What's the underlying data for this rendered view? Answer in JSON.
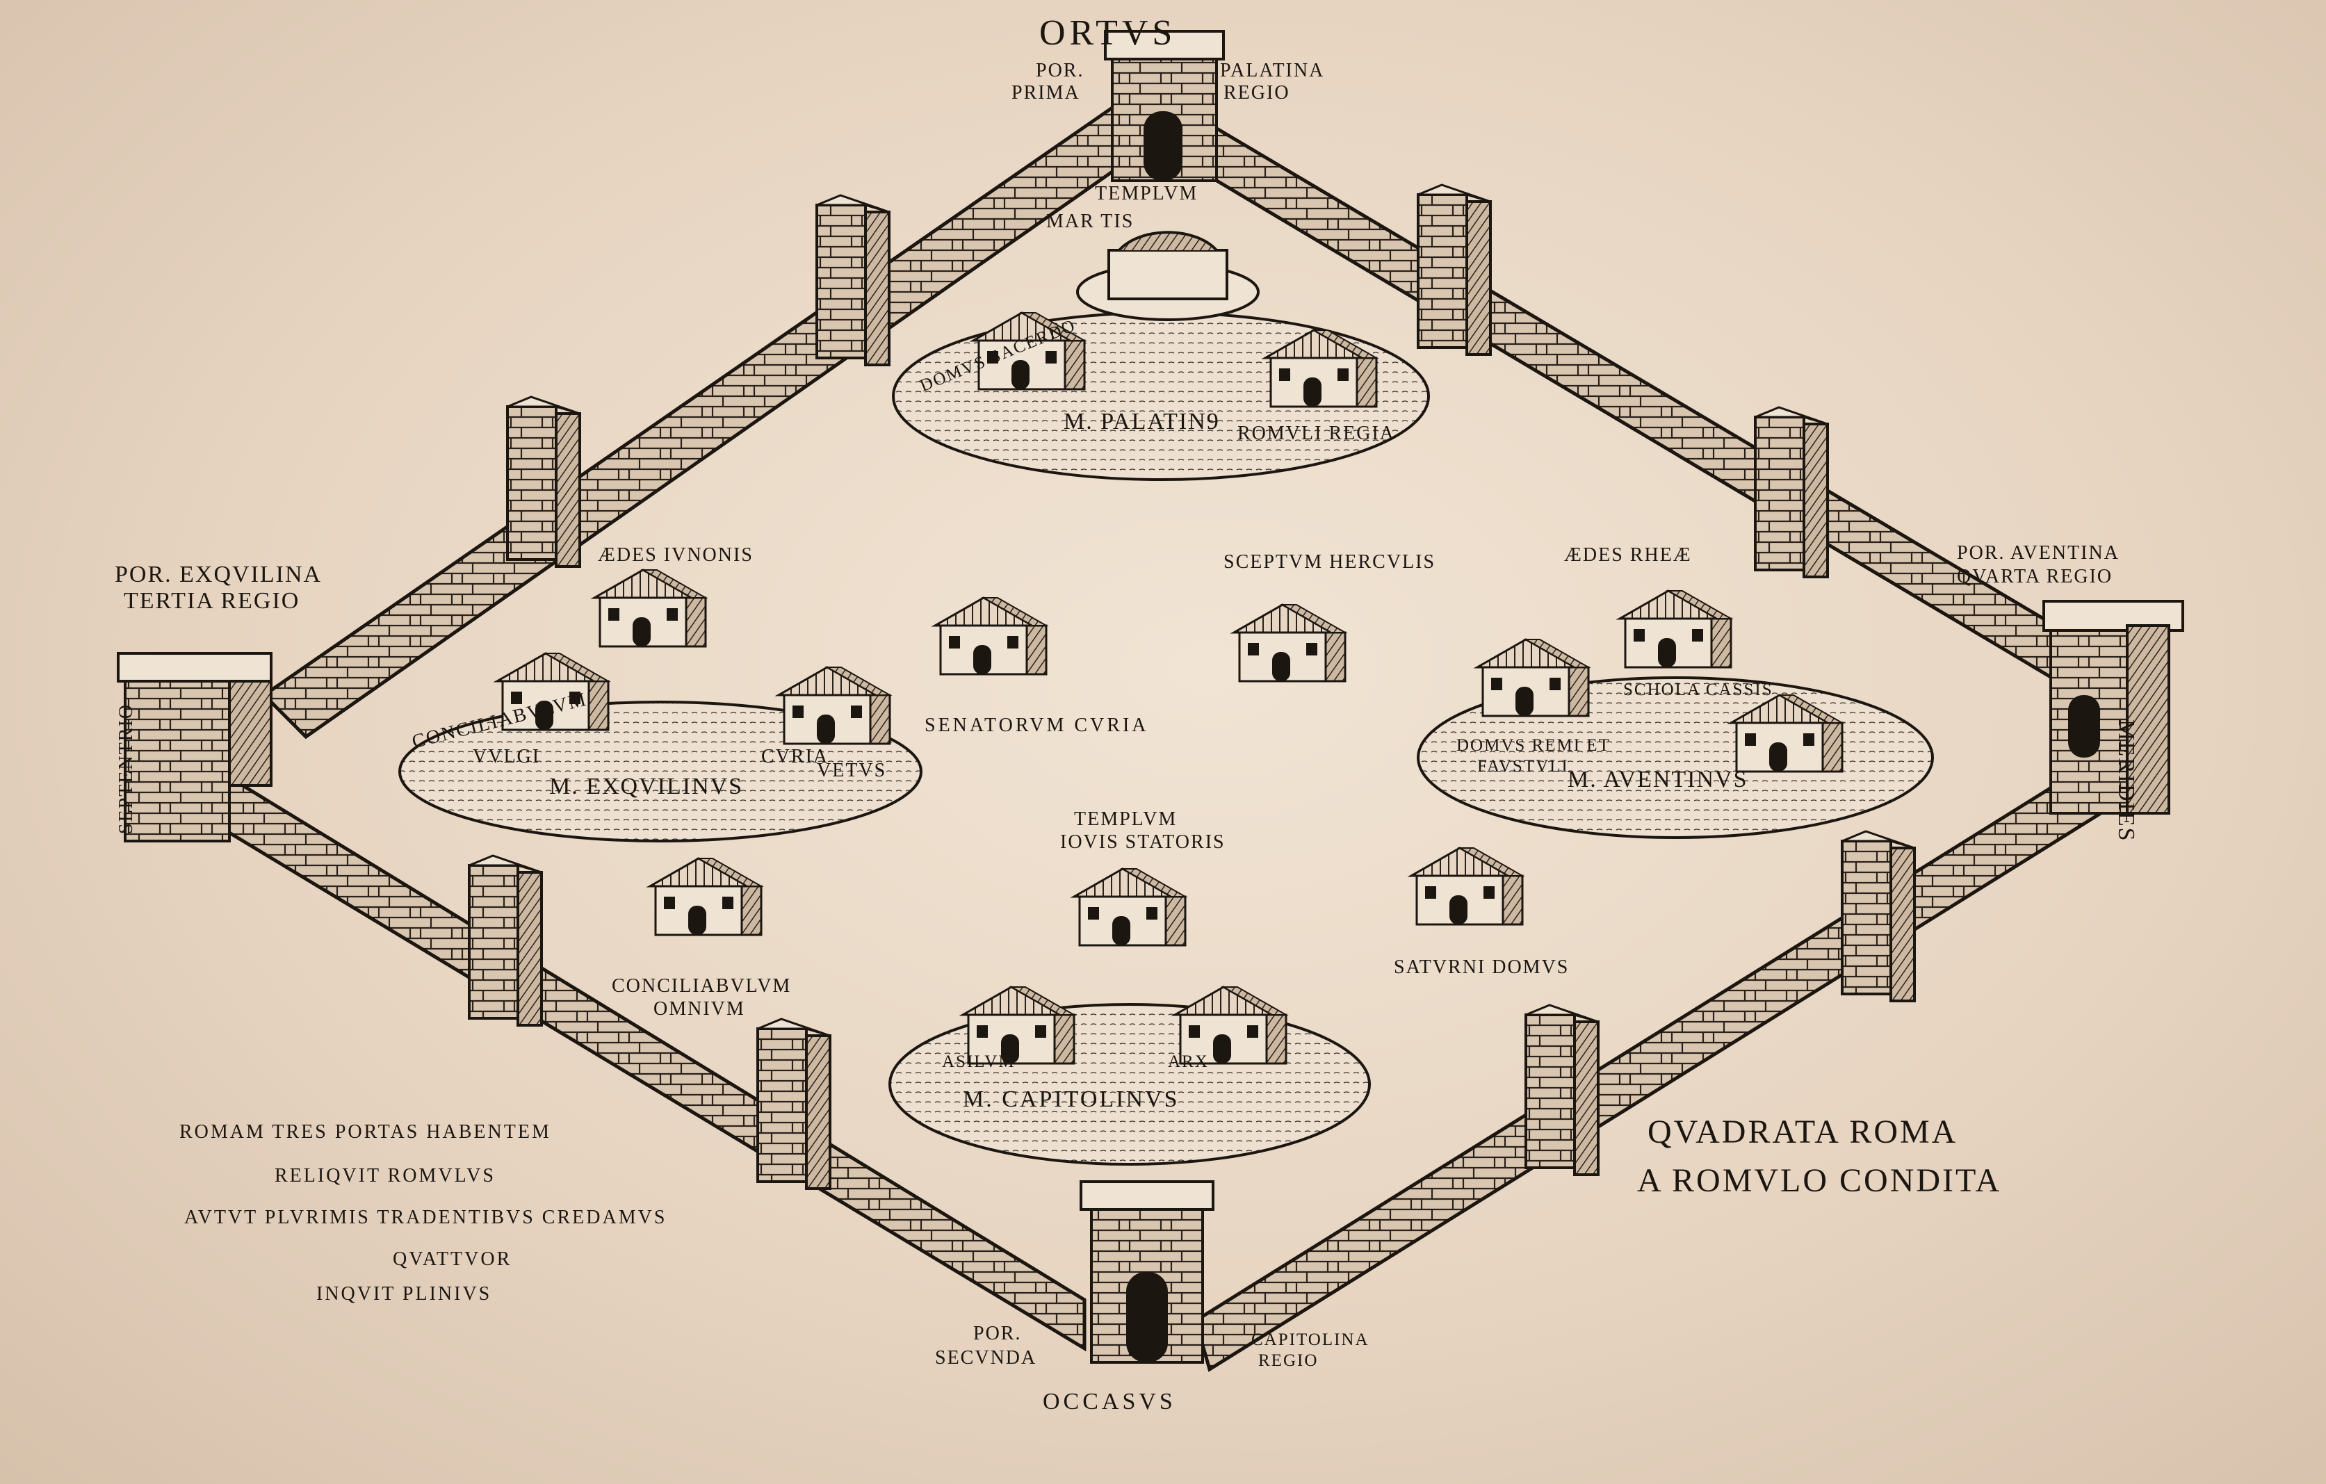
{
  "title": "QUADRATA ROMA A ROMULO CONDITA",
  "title_lines": [
    "QVADRATA ROMA",
    "A ROMVLO CONDITA"
  ],
  "caption_lines": [
    "ROMAM TRES PORTAS HABENTEM",
    "RELIQVIT ROMVLVS",
    "AVTVT PLVRIMIS TRADENTIBVS CREDAMVS",
    "QVATTVOR",
    "INQVIT PLINIVS"
  ],
  "cardinal": {
    "east": "ORTVS",
    "west": "OCCASVS",
    "south": "MERIDIES",
    "north": "SEPTENTRIO"
  },
  "gates": {
    "top": {
      "left": [
        "POR.",
        "PRIMA"
      ],
      "right": [
        "PALATINA",
        "REGIO"
      ]
    },
    "left": [
      "POR. EXQVILINA",
      "TERTIA REGIO"
    ],
    "right": [
      "POR. AVENTINA",
      "QVARTA REGIO"
    ],
    "bottom": {
      "left": [
        "POR.",
        "SECVNDA"
      ],
      "right": [
        "CAPITOLINA",
        "REGIO"
      ]
    }
  },
  "hills": {
    "palatine": "M. PALATIN9",
    "exquiline": "M. EXQVILINVS",
    "aventine": "M. AVENTINVS",
    "capitoline": "M. CAPITOLINVS"
  },
  "places": {
    "templum_martis": [
      "TEMPLVM",
      "MAR   TIS"
    ],
    "domus_sacerdo": "DOMVS SACERDO",
    "romuli_regia": "ROMVLI REGIA",
    "aedes_iunonis": "ÆDES IVNONIS",
    "conciliabulum_vulgi": [
      "CONCILIABVLVM",
      "VVLGI"
    ],
    "curia_vetus": [
      "CVRIA",
      "VETVS"
    ],
    "senatorum_curia": "SENATORVM CVRIA",
    "sceptum_herculis": "SCEPTVM HERCVLIS",
    "aedes_rheae": "ÆDES RHEÆ",
    "schola_cassis": "SCHOLA CASSIS",
    "domus_remi": [
      "DOMVS REMI ET",
      "FAVSTVLI"
    ],
    "templum_iovis": [
      "TEMPLVM",
      "IOVIS STATORIS"
    ],
    "conciliabulum_omnium": [
      "CONCILIABVLVM",
      "OMNIVM"
    ],
    "saturni_domus": "SATVRNI DOMVS",
    "asilum": "ASILVM",
    "arx": "ARX"
  }
}
